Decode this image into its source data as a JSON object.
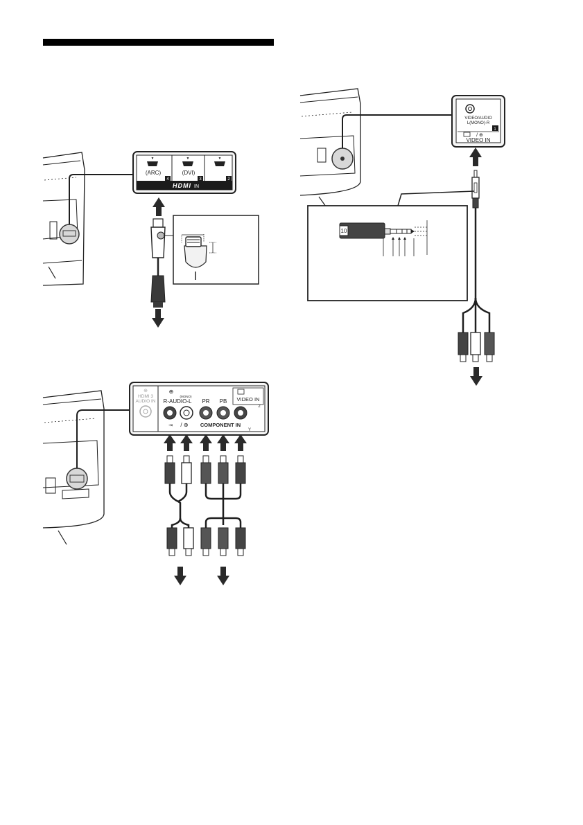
{
  "hdmi_panel": {
    "port1": "(ARC)",
    "port2": "(DVI)",
    "num1": "4",
    "num2": "3",
    "num3": "2",
    "logo": "HDMI",
    "in": "IN"
  },
  "component_panel": {
    "hdmi3_audio_l1": "HDMI 3",
    "hdmi3_audio_l2": "AUDIO IN",
    "mono": "(MONO)",
    "audio": "R-AUDIO-L",
    "pr": "PR",
    "pb": "PB",
    "video_in": "VIDEO IN",
    "num": "2",
    "component_in": "COMPONENT IN",
    "y": "Y"
  },
  "av_panel": {
    "line1": "VIDEO/AUDIO",
    "line2": "L(MONO)-R",
    "num": "1",
    "video_in": "VIDEO IN"
  },
  "plug_detail": {
    "tag": "10"
  },
  "colors": {
    "ink": "#1e1e1e",
    "panel_bg": "#f6f6f6",
    "bar": "#000000"
  }
}
